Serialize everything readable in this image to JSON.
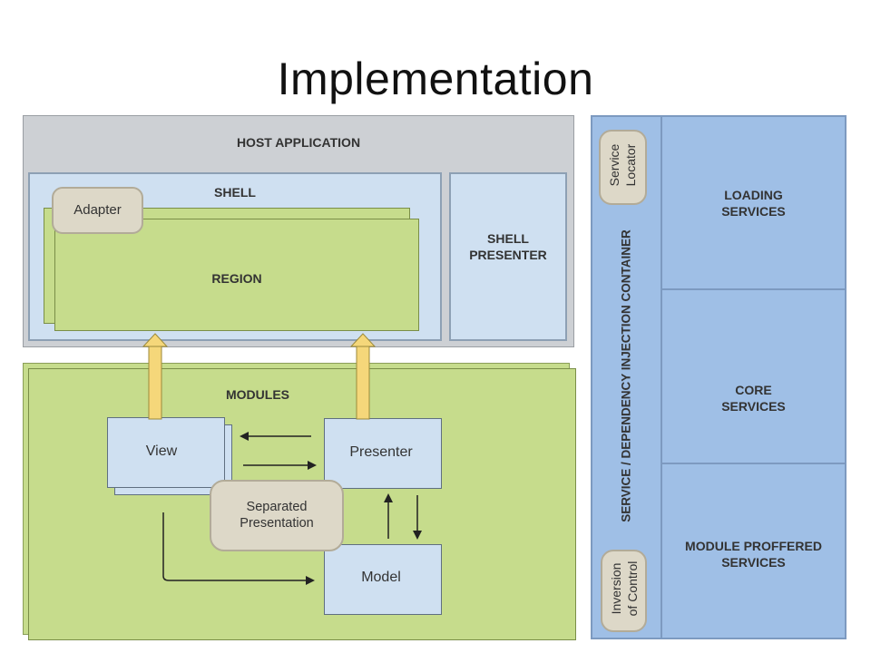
{
  "slide": {
    "title": "Implementation"
  },
  "host": {
    "label": "HOST APPLICATION"
  },
  "shell": {
    "label": "SHELL",
    "presenter_line1": "SHELL",
    "presenter_line2": "PRESENTER"
  },
  "adapter": {
    "label": "Adapter"
  },
  "region": {
    "label": "REGION"
  },
  "modules": {
    "label": "MODULES",
    "view": "View",
    "presenter": "Presenter",
    "model": "Model",
    "separated_line1": "Separated",
    "separated_line2": "Presentation"
  },
  "container": {
    "label": "SERVICE / DEPENDENCY INJECTION CONTAINER",
    "service_locator_line1": "Service",
    "service_locator_line2": "Locator",
    "ioc_line1": "Inversion",
    "ioc_line2": "of Control"
  },
  "services": {
    "loading_line1": "LOADING",
    "loading_line2": "SERVICES",
    "core_line1": "CORE",
    "core_line2": "SERVICES",
    "module_line1": "MODULE PROFFERED",
    "module_line2": "SERVICES"
  },
  "colors": {
    "host_gray": "#cdd0d4",
    "shell_blue": "#cfe0f1",
    "region_green": "#c6dc8c",
    "container_blue": "#9fbfe6",
    "callout_tan": "#ddd8c8",
    "arrow_yellow": "#f5d77a"
  }
}
